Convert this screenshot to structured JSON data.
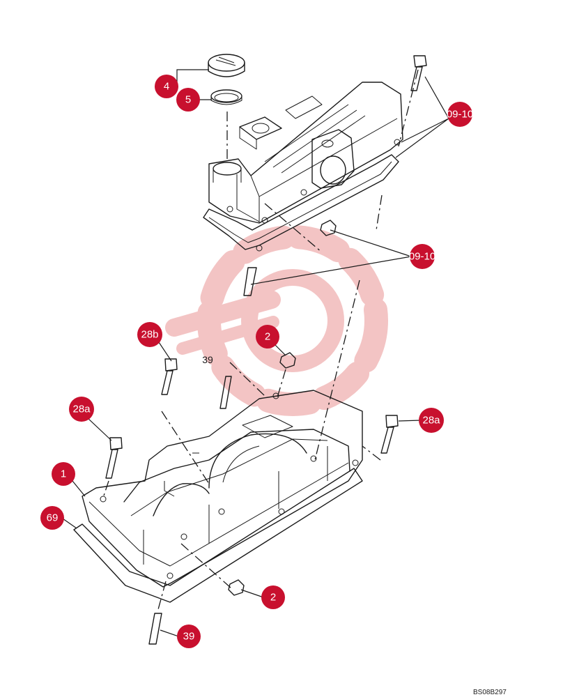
{
  "callouts": [
    {
      "id": "c4",
      "label": "4"
    },
    {
      "id": "c5",
      "label": "5"
    },
    {
      "id": "c0910a",
      "label": "09-10"
    },
    {
      "id": "c0910b",
      "label": "09-10"
    },
    {
      "id": "c28b",
      "label": "28b"
    },
    {
      "id": "c2a",
      "label": "2"
    },
    {
      "id": "c28a_left",
      "label": "28a"
    },
    {
      "id": "c28a_right",
      "label": "28a"
    },
    {
      "id": "c1",
      "label": "1"
    },
    {
      "id": "c69",
      "label": "69"
    },
    {
      "id": "c2b",
      "label": "2"
    },
    {
      "id": "c39b",
      "label": "39"
    }
  ],
  "plain_labels": {
    "stud_39_top": "39"
  },
  "drawing_code": "BS08B297",
  "colors": {
    "callout": "#c8102e",
    "line": "#1a1a1a",
    "watermark": "#f3c4c4"
  }
}
